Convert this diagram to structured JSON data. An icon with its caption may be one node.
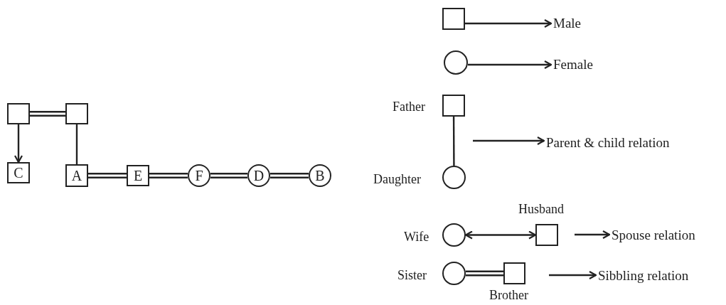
{
  "diagram": {
    "nodes": [
      {
        "text": [],
        "shape": "box"
      },
      {
        "text": [],
        "shape": "box"
      },
      {
        "text": [
          "C"
        ]
      },
      {
        "text": [
          "A"
        ]
      },
      {
        "text": [
          "E"
        ]
      },
      {
        "text": [
          "F"
        ]
      },
      {
        "text": [
          "D"
        ]
      },
      {
        "text": [
          "B"
        ]
      },
      {
        "text": [],
        "shape": "box"
      },
      {
        "text": [
          "Male"
        ]
      },
      {
        "text": [],
        "shape": "circle"
      },
      {
        "text": [
          "Female"
        ]
      },
      {
        "text": [],
        "shape": "box",
        "beside": [
          "Father"
        ]
      },
      {
        "text": [
          "Parent & child relation"
        ]
      },
      {
        "text": [],
        "shape": "circle",
        "beside": [
          "Daughter"
        ]
      },
      {
        "text": [],
        "shape": "circle",
        "beside": [
          "Wife"
        ]
      },
      {
        "text": [],
        "shape": "box",
        "beside": [
          "Husband"
        ]
      },
      {
        "text": [
          "Spouse relation"
        ]
      },
      {
        "text": [],
        "shape": "circle",
        "beside": [
          "Sister"
        ]
      },
      {
        "text": [],
        "shape": "box",
        "beside": [
          "Brother"
        ]
      },
      {
        "text": [
          "Sibbling relation"
        ]
      }
    ],
    "edges": [
      {
        "from": 0,
        "to": 1,
        "arrow": "none",
        "style": "thick"
      },
      {
        "from": 0,
        "to": 2,
        "arrow": "to"
      },
      {
        "from": 1,
        "to": 3,
        "arrow": "none"
      },
      {
        "from": 3,
        "to": 4,
        "arrow": "none",
        "style": "thick"
      },
      {
        "from": 4,
        "to": 5,
        "arrow": "none",
        "style": "thick"
      },
      {
        "from": 5,
        "to": 6,
        "arrow": "none",
        "style": "thick"
      },
      {
        "from": 6,
        "to": 7,
        "arrow": "none",
        "style": "thick"
      },
      {
        "from": 8,
        "to": 9,
        "arrow": "to"
      },
      {
        "from": 10,
        "to": 11,
        "arrow": "to"
      },
      {
        "from": 12,
        "to": 14,
        "arrow": "none"
      },
      {
        "from": null,
        "to": 13,
        "arrow": "to"
      },
      {
        "from": 15,
        "to": 16,
        "arrow": "both"
      },
      {
        "from": null,
        "to": 17,
        "arrow": "to"
      },
      {
        "from": 18,
        "to": 19,
        "arrow": "none",
        "style": "thick"
      },
      {
        "from": null,
        "to": 20,
        "arrow": "to"
      }
    ]
  }
}
